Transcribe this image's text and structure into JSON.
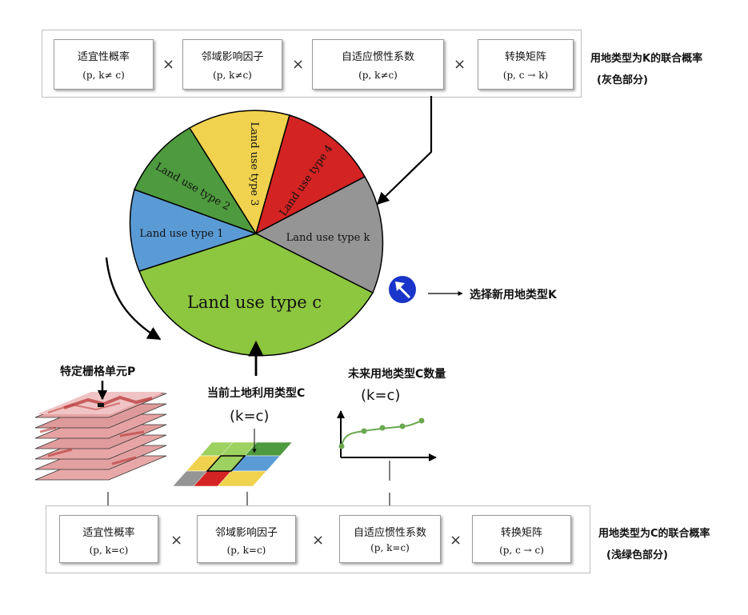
{
  "top_formula": {
    "factors": [
      {
        "name": "适宜性概率",
        "param": "(p, k≠ c)"
      },
      {
        "name": "邻域影响因子",
        "param": "(p, k≠c)"
      },
      {
        "name": "自适应惯性系数",
        "param": "(p, k≠c)"
      },
      {
        "name": "转换矩阵",
        "param": "(p, c → k)"
      }
    ],
    "operator": "×",
    "label_line1": "用地类型为K的联合概率",
    "label_line2": "(灰色部分)"
  },
  "bottom_formula": {
    "factors": [
      {
        "name": "适宜性概率",
        "param": "(p, k=c)"
      },
      {
        "name": "邻域影响因子",
        "param": "(p, k=c)"
      },
      {
        "name": "自适应惯性系数",
        "param": "(p, k=c)"
      },
      {
        "name": "转换矩阵",
        "param": "(p, c → c)"
      }
    ],
    "operator": "×",
    "label_line1": "用地类型为C的联合概率",
    "label_line2": "(浅绿色部分)"
  },
  "wheel": {
    "slices": [
      {
        "label": "Land use type c",
        "color": "#8dc63f"
      },
      {
        "label": "Land use type 1",
        "color": "#5b9bd5"
      },
      {
        "label": "Land use type 2",
        "color": "#4e9a3e"
      },
      {
        "label": "Land use type 3",
        "color": "#f0d24e"
      },
      {
        "label": "Land use type 4",
        "color": "#d42323"
      },
      {
        "label": "Land use type k",
        "color": "#959595"
      }
    ]
  },
  "select_new": {
    "label": "选择新用地类型K",
    "icon": "rotate-arrow-icon",
    "icon_color": "#1a35c9"
  },
  "raster": {
    "label": "特定栅格单元P"
  },
  "current": {
    "label": "当前土地利用类型C",
    "kc": "(k=c)"
  },
  "future": {
    "label": "未来用地类型C数量",
    "kc": "(k=c)"
  }
}
